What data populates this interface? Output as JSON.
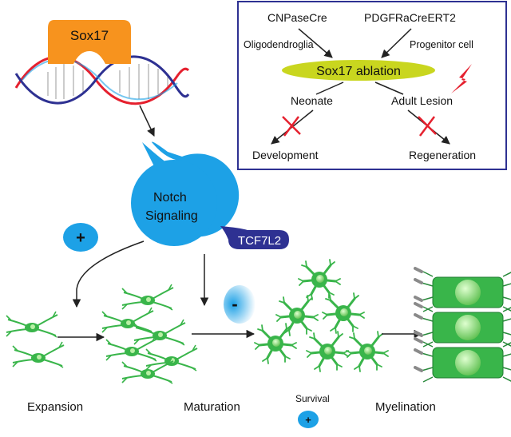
{
  "inset": {
    "left_source": "CNPaseCre",
    "right_source": "PDGFRaCreERT2",
    "left_cell": "Oligodendroglia",
    "right_cell": "Progenitor cell",
    "ablation_label": "Sox17 ablation",
    "left_stage": "Neonate",
    "right_stage": "Adult Lesion",
    "left_outcome": "Development",
    "right_outcome": "Regeneration"
  },
  "tf": {
    "sox17_label": "Sox17",
    "notch_line1": "Notch",
    "notch_line2": "Signaling",
    "tcf_label": "TCF7L2",
    "plus_symbol": "+",
    "minus_symbol": "-"
  },
  "stages": {
    "expansion": "Expansion",
    "maturation": "Maturation",
    "survival": "Survival",
    "myelination": "Myelination"
  },
  "colors": {
    "sox17": "#F7931E",
    "notch": "#1DA1E6",
    "tcf": "#2E3192",
    "cell": "#39B54A",
    "ablation_bar": "#C9D61F",
    "inhibit_x": "#E5202E",
    "inset_border": "#2E3192"
  }
}
